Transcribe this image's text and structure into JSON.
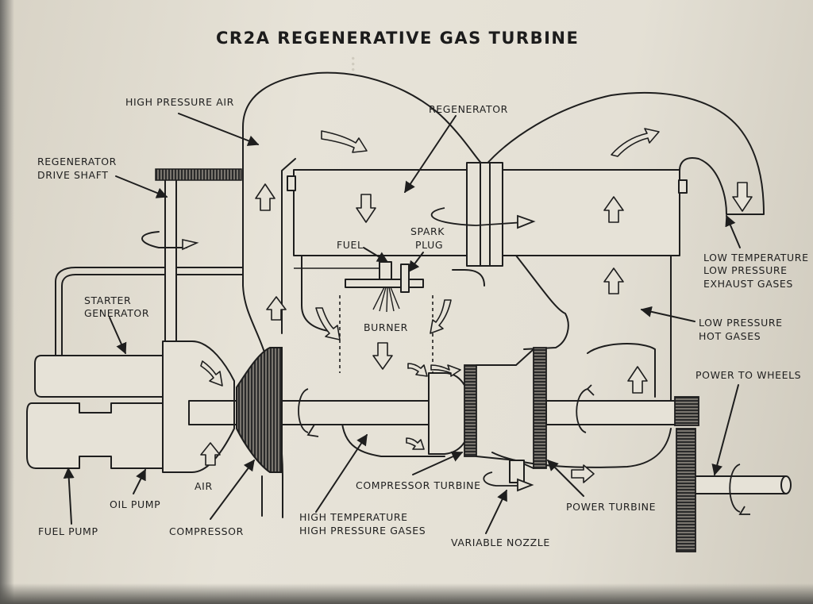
{
  "title": "CR2A REGENERATIVE GAS TURBINE",
  "labels": {
    "high_pressure_air": "HIGH PRESSURE AIR",
    "regenerator_drive_shaft_1": "REGENERATOR",
    "regenerator_drive_shaft_2": "DRIVE SHAFT",
    "regenerator": "REGENERATOR",
    "spark_plug_1": "SPARK",
    "spark_plug_2": "PLUG",
    "fuel": "FUEL",
    "burner": "BURNER",
    "starter_generator_1": "STARTER",
    "starter_generator_2": "GENERATOR",
    "low_temp_exhaust_1": "LOW TEMPERATURE",
    "low_temp_exhaust_2": "LOW PRESSURE",
    "low_temp_exhaust_3": "EXHAUST GASES",
    "low_pressure_hot_1": "LOW PRESSURE",
    "low_pressure_hot_2": "HOT GASES",
    "power_to_wheels": "POWER TO WHEELS",
    "air": "AIR",
    "oil_pump": "OIL PUMP",
    "fuel_pump": "FUEL PUMP",
    "compressor": "COMPRESSOR",
    "compressor_turbine": "COMPRESSOR TURBINE",
    "high_temp_gases_1": "HIGH TEMPERATURE",
    "high_temp_gases_2": "HIGH PRESSURE GASES",
    "variable_nozzle": "VARIABLE NOZZLE",
    "power_turbine": "POWER TURBINE"
  },
  "colors": {
    "paper": "#e4e0d5",
    "ink": "#1e1e1e",
    "gear": "#6a6661"
  }
}
